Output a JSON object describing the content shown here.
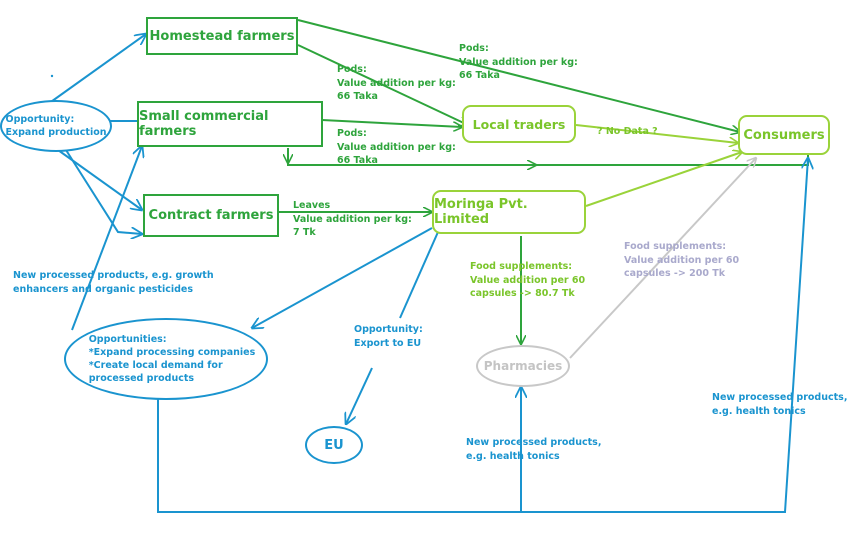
{
  "nodes": {
    "homestead": "Homestead farmers",
    "small_commercial": "Small commercial farmers",
    "contract": "Contract farmers",
    "local_traders": "Local traders",
    "moringa": "Moringa Pvt. Limited",
    "consumers": "Consumers",
    "pharmacies": "Pharmacies",
    "eu": "EU",
    "opportunity_left": "Opportunity:\nExpand production",
    "opportunities_mid": "Opportunities:\n*Expand processing companies\n*Create local demand for\nprocessed products"
  },
  "labels": {
    "pods_1": "Pods:\nValue addition per kg:\n66 Taka",
    "pods_2": "Pods:\nValue addition per kg:\n66 Taka",
    "pods_3": "Pods:\nValue addition per kg:\n66 Taka",
    "leaves": "Leaves\nValue addition per kg:\n7 Tk",
    "no_data": "? No Data ?",
    "food_supp_green": "Food supplements:\nValue addition per 60\ncapsules -> 80.7 Tk",
    "food_supp_gray": "Food supplements:\nValue addition per 60\ncapsules -> 200 Tk",
    "new_products_left": "New processed products, e.g. growth\nenhancers and organic pesticides",
    "export_eu": "Opportunity:\nExport to EU",
    "new_products_center": "New processed products,\ne.g. health tonics",
    "new_products_right": "New processed products,\ne.g. health tonics"
  },
  "colors": {
    "green": "#2ea43c",
    "light_green": "#9ad33a",
    "blue": "#1a94cf",
    "gray": "#c8c8c8"
  }
}
